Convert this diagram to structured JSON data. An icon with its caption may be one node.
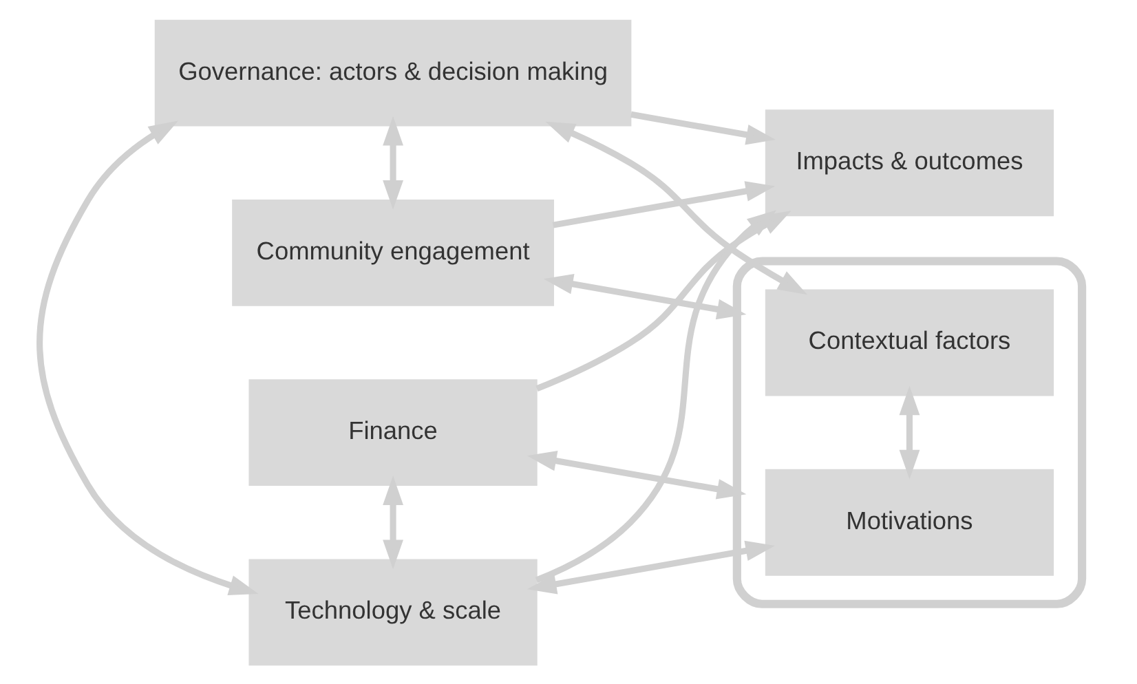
{
  "diagram": {
    "nodes": [
      {
        "text": [],
        "shape": "box"
      },
      {
        "text": [
          "Contextual factors"
        ],
        "in": 0
      },
      {
        "text": [
          "Motivations"
        ],
        "in": 0
      },
      {
        "text": [
          "Community engagement"
        ]
      },
      {
        "text": [
          "Governance: actors & decision making"
        ]
      },
      {
        "text": [
          "Technology & scale"
        ]
      },
      {
        "text": [
          "Finance"
        ]
      },
      {
        "text": [
          "Impacts & outcomes"
        ]
      }
    ],
    "edges": [
      {
        "from": 3,
        "to": 0,
        "arrow": "both"
      },
      {
        "from": 1,
        "to": 2,
        "arrow": "both"
      },
      {
        "from": 1,
        "to": 4,
        "arrow": "both"
      },
      {
        "from": 2,
        "to": 5,
        "arrow": "both"
      },
      {
        "from": 0,
        "to": 6,
        "arrow": "both"
      },
      {
        "from": 3,
        "to": 4,
        "arrow": "both"
      },
      {
        "from": 4,
        "to": 5,
        "arrow": "both"
      },
      {
        "from": 5,
        "to": 6,
        "arrow": "both"
      },
      {
        "from": 3,
        "to": 7,
        "arrow": "to"
      },
      {
        "from": 4,
        "to": 7,
        "arrow": "to"
      },
      {
        "from": 5,
        "to": 7,
        "arrow": "to"
      },
      {
        "from": 6,
        "to": 7,
        "arrow": "to"
      }
    ]
  }
}
